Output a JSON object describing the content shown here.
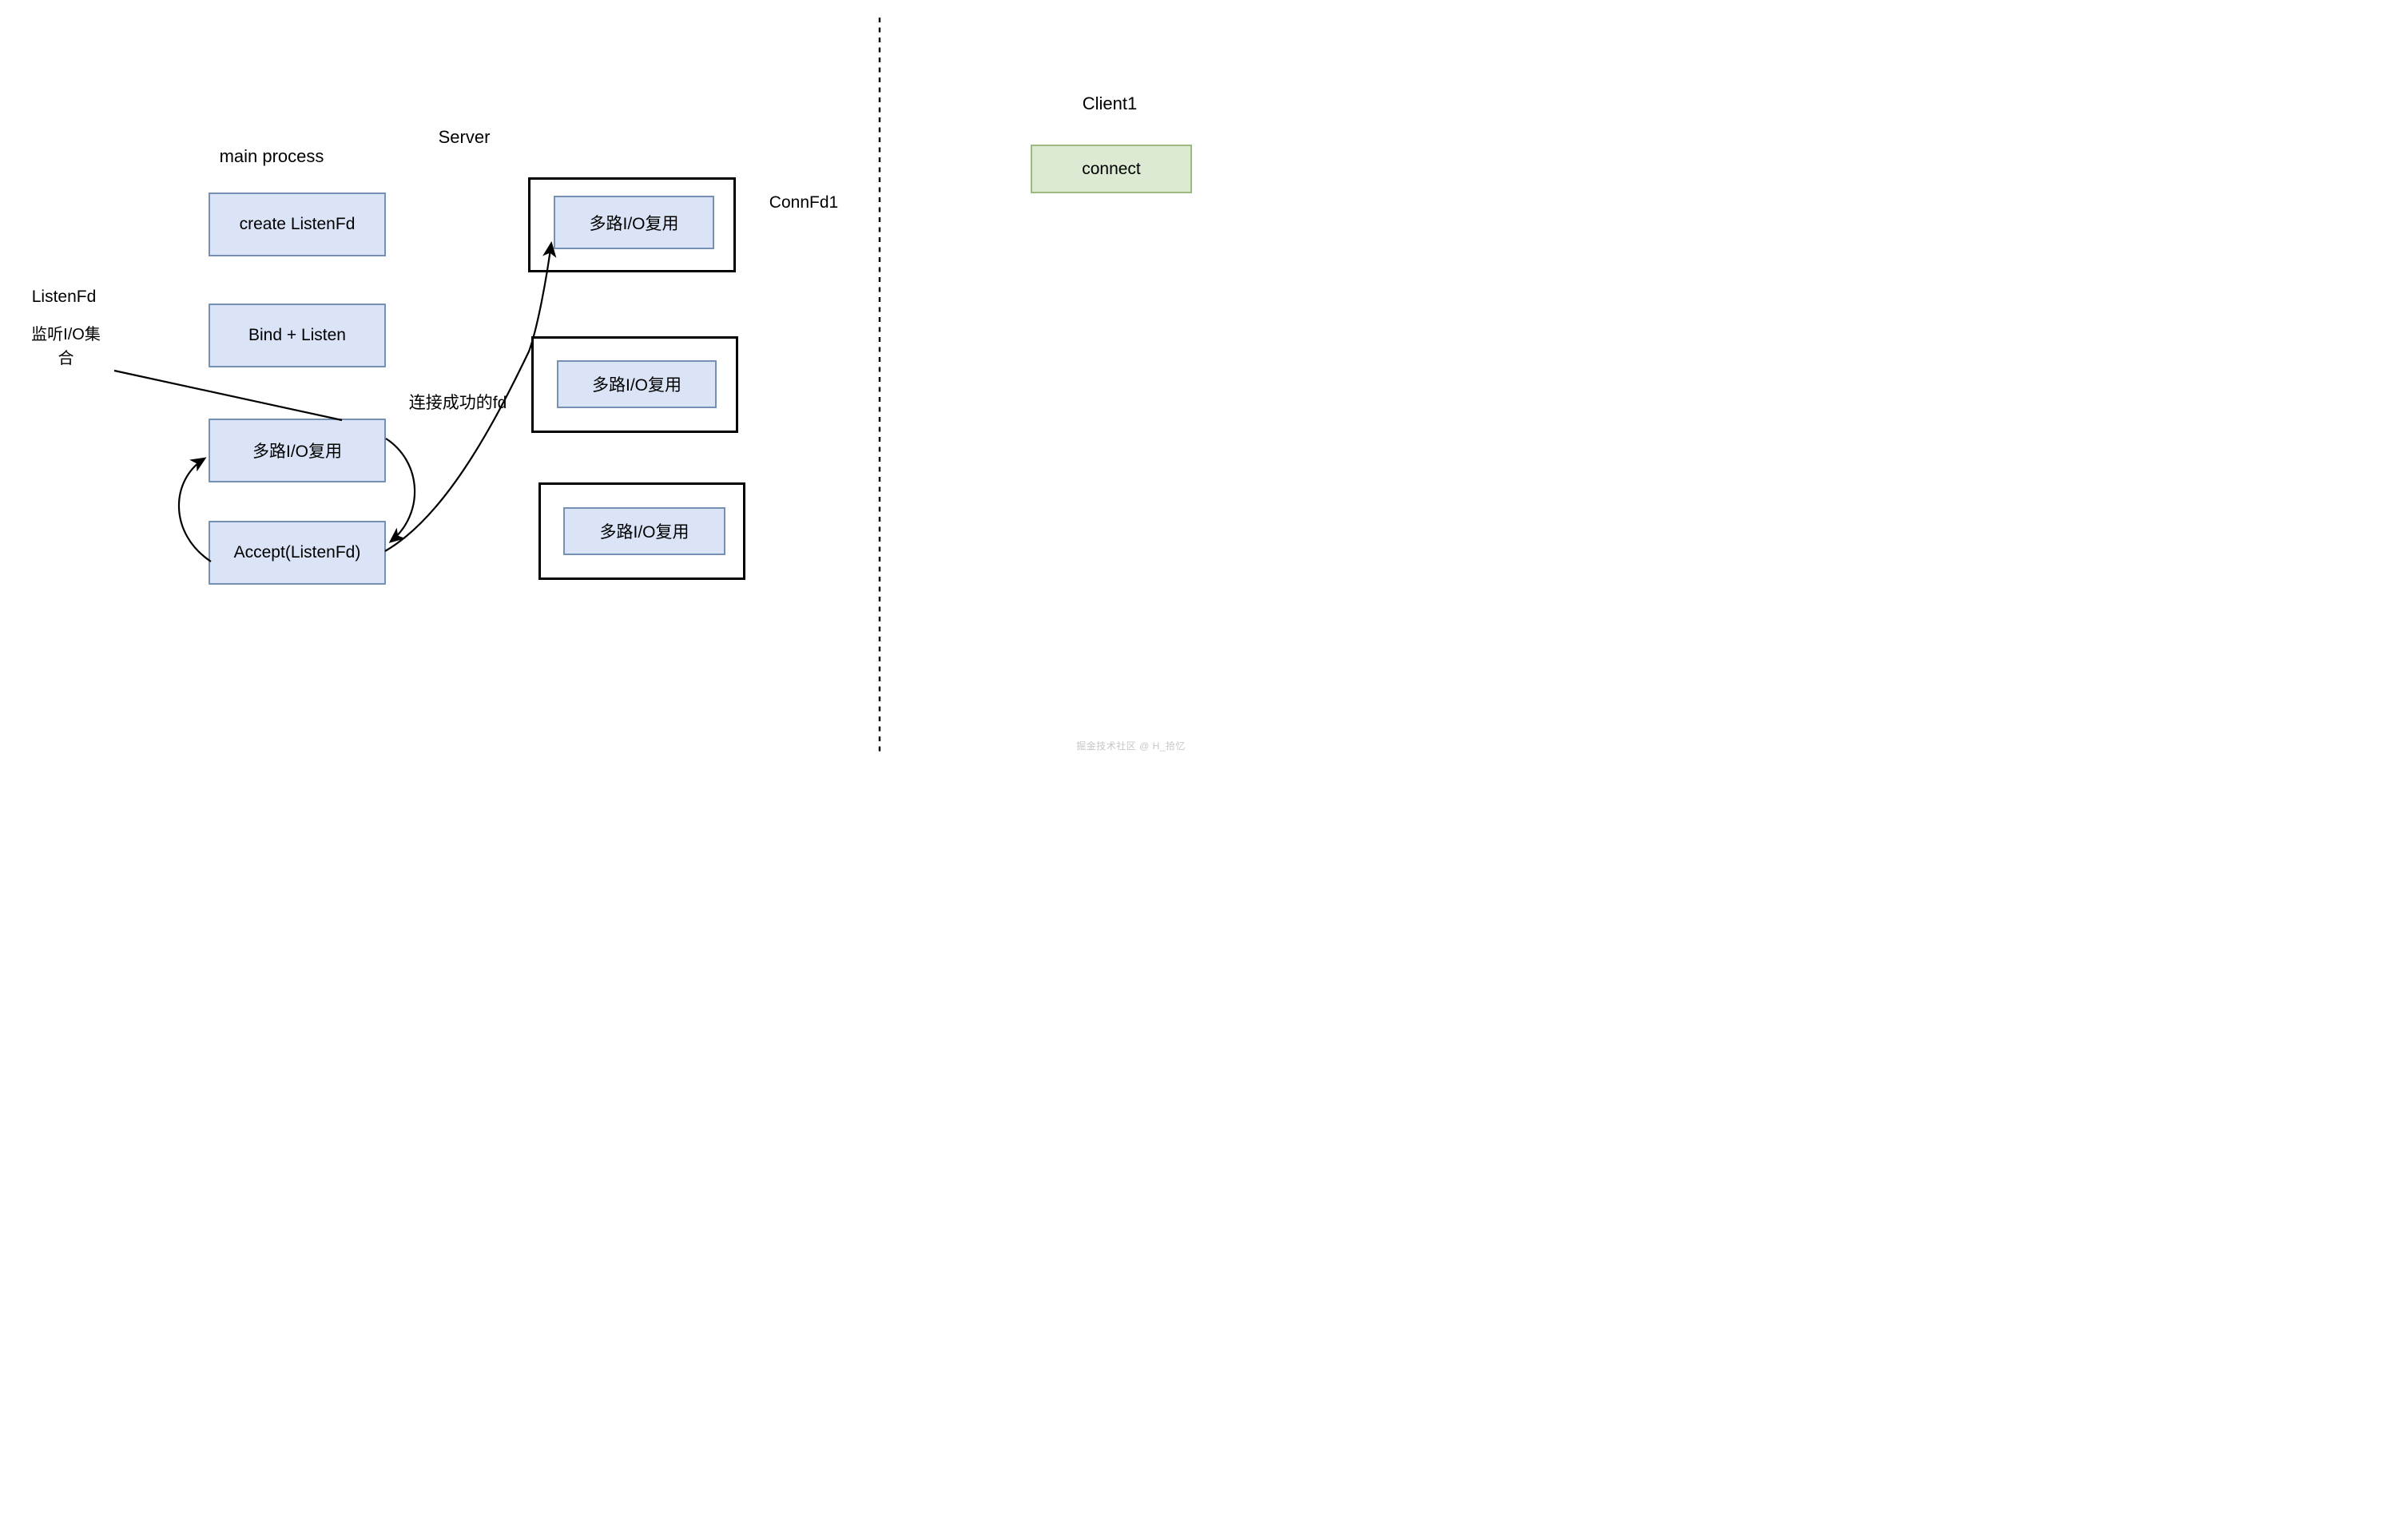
{
  "header": {
    "server_title": "Server",
    "main_process": "main process",
    "client_title": "Client1"
  },
  "left_notes": {
    "listenfd": "ListenFd",
    "listen_set_line1": "监听I/O集",
    "listen_set_line2": "合"
  },
  "annotations": {
    "conn_fd": "ConnFd1",
    "success_fd": "连接成功的fd"
  },
  "process_boxes": [
    {
      "label": "create ListenFd"
    },
    {
      "label": "Bind + Listen"
    },
    {
      "label": "多路I/O复用"
    },
    {
      "label": "Accept(ListenFd)"
    }
  ],
  "mux_boxes": [
    {
      "label": "多路I/O复用"
    },
    {
      "label": "多路I/O复用"
    },
    {
      "label": "多路I/O复用"
    }
  ],
  "client": {
    "connect_label": "connect"
  },
  "watermark": "掘金技术社区 @ H_拾忆",
  "colors": {
    "process_fill": "#dae4f6",
    "process_stroke": "#7590b5",
    "container_stroke": "#000000",
    "connect_fill": "#dcead3",
    "connect_stroke": "#9cb97f",
    "connector": "#000000",
    "watermark": "#c9c6c6"
  }
}
